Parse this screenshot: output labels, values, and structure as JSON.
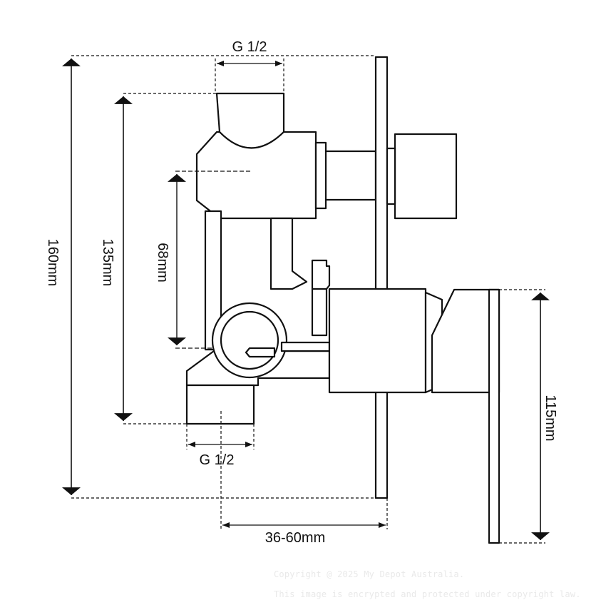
{
  "labels": {
    "top_thread": "G 1/2",
    "bottom_thread": "G 1/2",
    "overall_height": "160mm",
    "body_height": "135mm",
    "outlet_spacing": "68mm",
    "handle_height": "115mm",
    "wall_depth": "36-60mm"
  },
  "watermark": {
    "line1": "Copyright @ 2025 My Depot Australia.",
    "line2": "This image is encrypted and protected under copyright law."
  },
  "colors": {
    "line": "#111111",
    "watermark": "#e9e9e9"
  }
}
